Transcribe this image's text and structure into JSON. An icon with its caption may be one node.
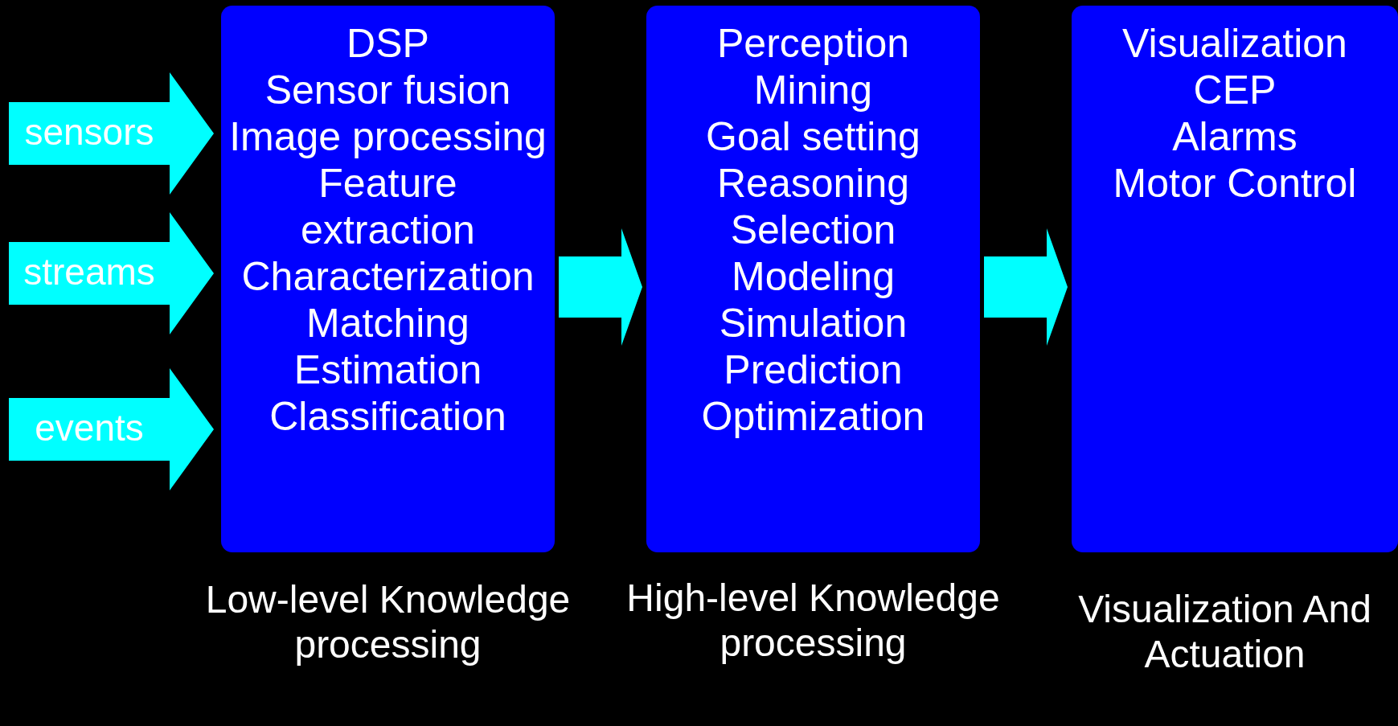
{
  "diagram": {
    "nodes": [
      {
        "text": [
          "DSP",
          "Sensor fusion",
          "Image processing",
          "Feature extraction",
          "Characterization",
          "Matching",
          "Estimation",
          "Classification"
        ],
        "beside": [
          "Low-level Knowledge processing"
        ]
      },
      {
        "text": [
          "Perception",
          "Mining",
          "Goal setting",
          "Reasoning",
          "Selection",
          "Modeling",
          "Simulation",
          "Prediction",
          "Optimization"
        ],
        "beside": [
          "High-level Knowledge processing"
        ]
      },
      {
        "text": [
          "Visualization",
          "CEP",
          "Alarms",
          "Motor Control"
        ],
        "beside": [
          "Visualization And Actuation"
        ]
      }
    ],
    "edges": [
      {
        "from": null,
        "to": 0,
        "arrow": "to",
        "label": "sensors"
      },
      {
        "from": null,
        "to": 0,
        "arrow": "to",
        "label": "streams"
      },
      {
        "from": null,
        "to": 0,
        "arrow": "to",
        "label": "events"
      },
      {
        "from": 0,
        "to": 1,
        "arrow": "to"
      },
      {
        "from": 1,
        "to": 2,
        "arrow": "to"
      }
    ]
  }
}
